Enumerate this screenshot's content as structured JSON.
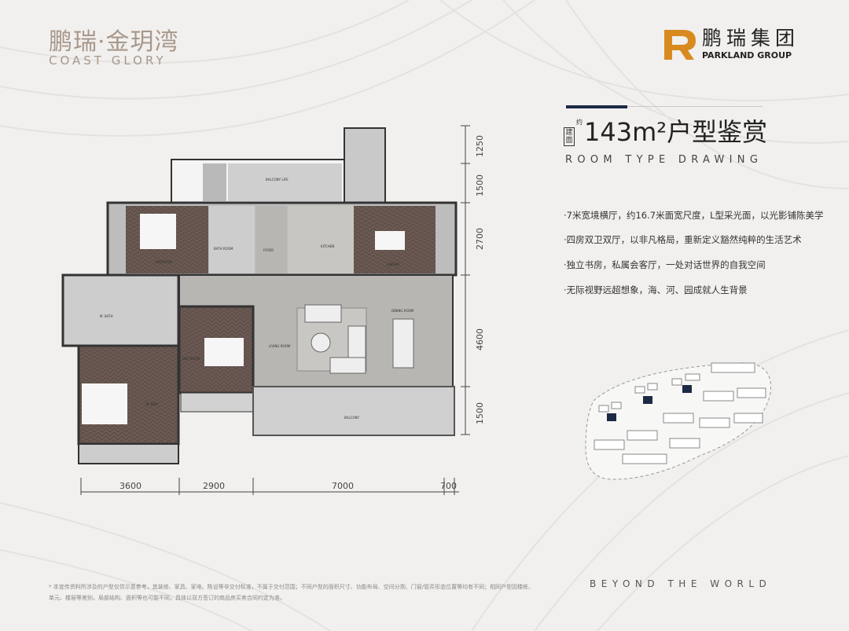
{
  "brand": {
    "name_cn": "鹏瑞·金玥湾",
    "name_en": "COAST GLORY"
  },
  "developer": {
    "name_cn": "鹏瑞集团",
    "name_en": "PARKLAND GROUP",
    "logo_color": "#d98a1f"
  },
  "heading": {
    "tag_prefix": "约",
    "tag_box": "建面",
    "title": "143m²户型鉴赏",
    "subtitle": "ROOM TYPE DRAWING",
    "accent_color": "#1c2a44"
  },
  "features": [
    "·7米宽境横厅，约16.7米面宽尺度，L型采光面，以光影铺陈美学",
    "·四房双卫双厅，以非凡格局，重新定义豁然纯粹的生活艺术",
    "·独立书房，私属会客厅，一处对话世界的自我空间",
    "·无际视野远超想象，海、河、园成就人生背景"
  ],
  "floorplan": {
    "rooms": {
      "balcony_top": "BALCONY LIFE",
      "bedroom": "BEDROOM",
      "bathroom": "BATH ROOM",
      "foyer": "FOYER",
      "kitchen": "KITCHEN",
      "library": "LIBRARY",
      "master_bath": "M. BATH",
      "bed_room": "BED ROOM",
      "living_room": "LIVING ROOM",
      "dining_room": "DINING ROOM",
      "master_bed": "M. BED",
      "balcony": "BALCONY"
    },
    "dimensions_vertical": [
      "1250",
      "1500",
      "2700",
      "4600",
      "1500"
    ],
    "dimensions_horizontal": [
      "3600",
      "2900",
      "7000",
      "700"
    ]
  },
  "site_plan": {
    "highlight_color": "#1c2a44"
  },
  "disclaimer": "* 本宣传资料所涉及的户型仅供示意参考，其装修、家具、家电、陈设等非交付标准，不属于交付范围；不同户型的面积尺寸、功能布局、空间分割、门窗/管井形态位置等均有不同；相同户型因楼栋、单元、楼层等差别，局部结构、面积等也可能不同，具体以双方签订的商品房买卖合同约定为准。",
  "tagline": "BEYOND THE WORLD"
}
